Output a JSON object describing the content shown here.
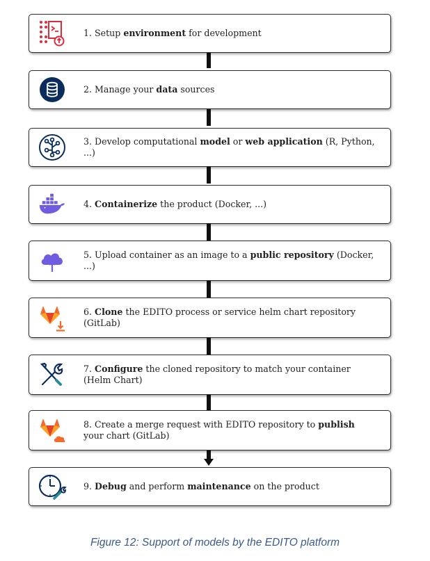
{
  "steps": [
    {
      "num": "1.",
      "pre": " Setup ",
      "bold": "environment",
      "mid": "",
      "bold2": "",
      "post": " for development",
      "icon": "code-document-icon"
    },
    {
      "num": "2.",
      "pre": " Manage your ",
      "bold": "data",
      "mid": "",
      "bold2": "",
      "post": " sources",
      "icon": "database-icon"
    },
    {
      "num": "3.",
      "pre": " Develop computational ",
      "bold": "model",
      "mid": " or ",
      "bold2": "web application",
      "post": " (R, Python, ...)",
      "icon": "network-nodes-icon"
    },
    {
      "num": "4.",
      "pre": " ",
      "bold": "Containerize",
      "mid": "",
      "bold2": "",
      "post": " the product (Docker, ...)",
      "icon": "docker-whale-icon"
    },
    {
      "num": "5.",
      "pre": " Upload container as an image to a ",
      "bold": "public repository",
      "mid": "",
      "bold2": "",
      "post": " (Docker, ...)",
      "icon": "cloud-upload-icon"
    },
    {
      "num": "6.",
      "pre": " ",
      "bold": "Clone",
      "mid": "",
      "bold2": "",
      "post": " the EDITO process or service helm chart repository (GitLab)",
      "icon": "gitlab-download-icon"
    },
    {
      "num": "7.",
      "pre": " ",
      "bold": "Configure",
      "mid": "",
      "bold2": "",
      "post": " the cloned repository to match your container (Helm Chart)",
      "icon": "wrench-screwdriver-icon"
    },
    {
      "num": "8.",
      "pre": " Create a merge request with EDITO repository to ",
      "bold": "publish",
      "mid": "",
      "bold2": "",
      "post": " your chart (GitLab)",
      "icon": "gitlab-cloud-icon"
    },
    {
      "num": "9.",
      "pre": " ",
      "bold": "Debug",
      "mid": " and perform ",
      "bold2": "maintenance",
      "post": " on the product",
      "icon": "clock-wrench-icon"
    }
  ],
  "caption": "Figure 12: Support of models by the  EDITO platform",
  "colors": {
    "red": "#e02a3c",
    "navy": "#0b2d5c",
    "purple": "#6f5ce0",
    "gitlab_orange": "#f26b2a",
    "teal": "#2b8a99",
    "caption_blue": "#3a5a8a"
  }
}
